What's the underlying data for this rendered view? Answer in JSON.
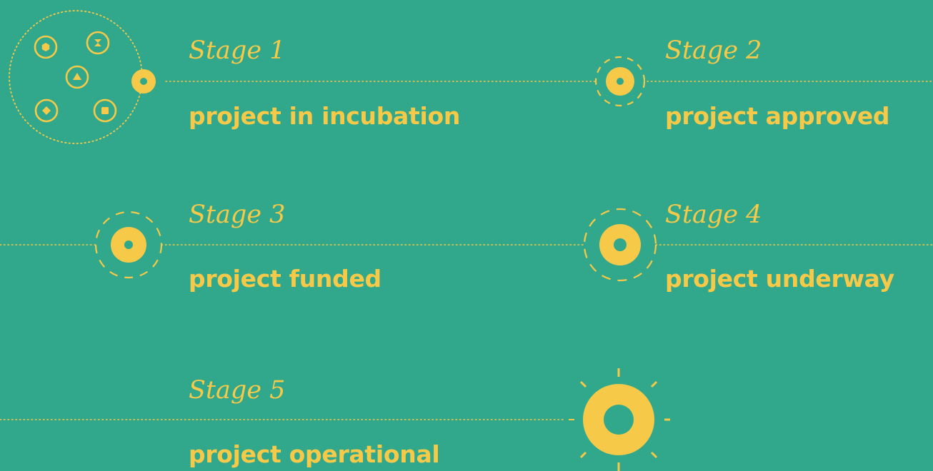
{
  "colors": {
    "background": "#31a78b",
    "accent": "#f7c948"
  },
  "stages": [
    {
      "label": "Stage 1",
      "title": "project in incubation"
    },
    {
      "label": "Stage 2",
      "title": "project approved"
    },
    {
      "label": "Stage 3",
      "title": "project funded"
    },
    {
      "label": "Stage 4",
      "title": "project underway"
    },
    {
      "label": "Stage 5",
      "title": "project operational"
    }
  ],
  "icons": {
    "stage1": [
      "hexagon-icon",
      "hourglass-icon",
      "triangle-icon",
      "diamond-icon",
      "square-icon",
      "dot-node-icon"
    ],
    "stage2": "small-target-icon",
    "stage3": "medium-target-icon",
    "stage4": "large-target-icon",
    "stage5": "sun-icon"
  }
}
